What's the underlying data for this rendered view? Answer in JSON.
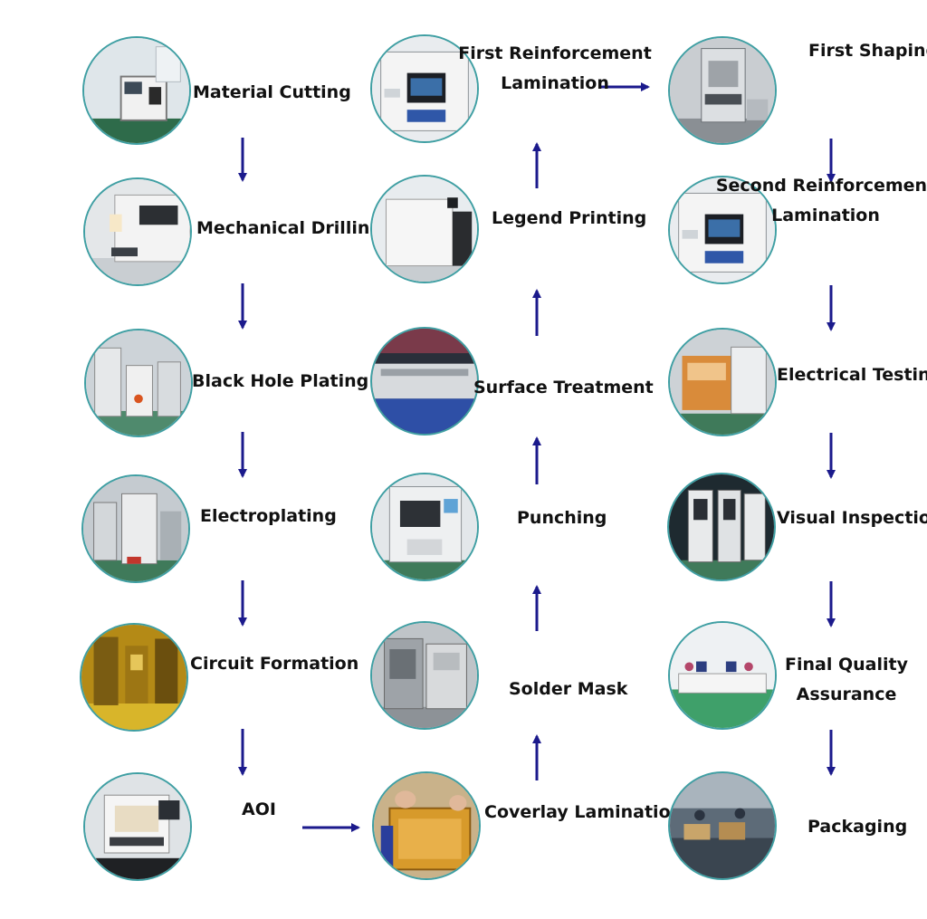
{
  "arrow_color": "#1b1a8c",
  "ring_color": "#3f9fa3",
  "steps": {
    "material_cutting": {
      "label": "Material Cutting",
      "icon": "material-cutting-photo"
    },
    "mechanical_drilling": {
      "label": "Mechanical Drilling",
      "icon": "mechanical-drilling-photo"
    },
    "black_hole_plating": {
      "label": "Black Hole Plating",
      "icon": "black-hole-plating-photo"
    },
    "electroplating": {
      "label": "Electroplating",
      "icon": "electroplating-photo"
    },
    "circuit_formation": {
      "label": "Circuit Formation",
      "icon": "circuit-formation-photo"
    },
    "aoi": {
      "label": "AOI",
      "icon": "aoi-photo"
    },
    "coverlay_lamination": {
      "label": "Coverlay Lamination",
      "icon": "coverlay-lamination-photo"
    },
    "solder_mask": {
      "label": "Solder Mask",
      "icon": "solder-mask-photo"
    },
    "punching": {
      "label": "Punching",
      "icon": "punching-photo"
    },
    "surface_treatment": {
      "label": "Surface Treatment",
      "icon": "surface-treatment-photo"
    },
    "legend_printing": {
      "label": "Legend Printing",
      "icon": "legend-printing-photo"
    },
    "first_reinforcement": {
      "label_line1": "First Reinforcement",
      "label_line2": "Lamination",
      "icon": "first-reinforcement-photo"
    },
    "first_shaping": {
      "label": "First Shaping",
      "icon": "first-shaping-photo"
    },
    "second_reinforcement": {
      "label_line1": "Second Reinforcement",
      "label_line2": "Lamination",
      "icon": "second-reinforcement-photo"
    },
    "electrical_testing": {
      "label": "Electrical Testing",
      "icon": "electrical-testing-photo"
    },
    "visual_inspection": {
      "label": "Visual Inspection",
      "icon": "visual-inspection-photo"
    },
    "final_qa": {
      "label_line1": "Final Quality",
      "label_line2": "Assurance",
      "icon": "final-qa-photo"
    },
    "packaging": {
      "label": "Packaging",
      "icon": "packaging-photo"
    }
  }
}
